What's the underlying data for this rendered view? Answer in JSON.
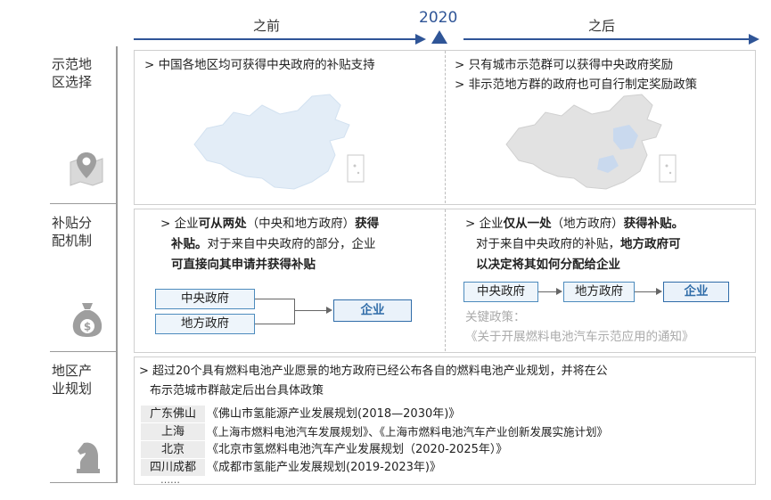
{
  "timeline": {
    "before": "之前",
    "year": "2020",
    "after": "之后"
  },
  "rows": [
    {
      "label_line1": "示范地",
      "label_line2": "区选择",
      "icon": "map-pin-icon",
      "before": {
        "bullet": "> 中国各地区均可获得中央政府的补贴支持"
      },
      "after": {
        "bullet1": "> 只有城市示范群可以获得中央政府奖励",
        "bullet2": "> 非示范地方群的政府也可自行制定奖励政策"
      }
    },
    {
      "label_line1": "补贴分",
      "label_line2": "配机制",
      "icon": "money-bag-icon",
      "before": {
        "l1_a": "> 企业",
        "l1_b": "可从两处",
        "l1_c": "（中央和地方政府）",
        "l1_d": "获得",
        "l2_a": "补贴。",
        "l2_b": "对于来自中央政府的部分，企业",
        "l3": "可直接向其申请并获得补贴",
        "flow_central": "中央政府",
        "flow_local": "地方政府",
        "flow_enterprise": "企业"
      },
      "after": {
        "l1_a": "> 企业",
        "l1_b": "仅从一处",
        "l1_c": "（地方政府）",
        "l1_d": "获得补贴。",
        "l2_a": "对于来自中央政府的补贴，",
        "l2_b": "地方政府可",
        "l3": "以决定将其如何分配给企业",
        "flow_central": "中央政府",
        "flow_local": "地方政府",
        "flow_enterprise": "企业",
        "key_policy_label": "关键政策：",
        "key_policy": "《关于开展燃料电池汽车示范应用的通知》"
      }
    },
    {
      "label_line1": "地区产",
      "label_line2": "业规划",
      "icon": "chess-knight-icon",
      "intro1": "> 超过20个具有燃料电池产业愿景的地方政府已经公布各自的燃料电池产业规划，并将在公",
      "intro2": "布示范城市群敲定后出台具体政策",
      "plans": [
        {
          "city": "广东佛山",
          "plan": "《佛山市氢能源产业发展规划(2018—2030年)》"
        },
        {
          "city": "上海",
          "plan": "《上海市燃料电池汽车发展规划》、《上海市燃料电池汽车产业创新发展实施计划》"
        },
        {
          "city": "北京",
          "plan": "《北京市氢燃料电池汽车产业发展规划（2020-2025年）》"
        },
        {
          "city": "四川成都",
          "plan": "《成都市氢能产业发展规划(2019-2023年)》"
        }
      ],
      "ellipsis": "……"
    }
  ],
  "colors": {
    "accent": "#2f5597",
    "box_border": "#4d8bbd",
    "map_before": "#e3edf7",
    "map_after": "#e2e2e2",
    "map_after_highlight": "#c9d9ee"
  }
}
